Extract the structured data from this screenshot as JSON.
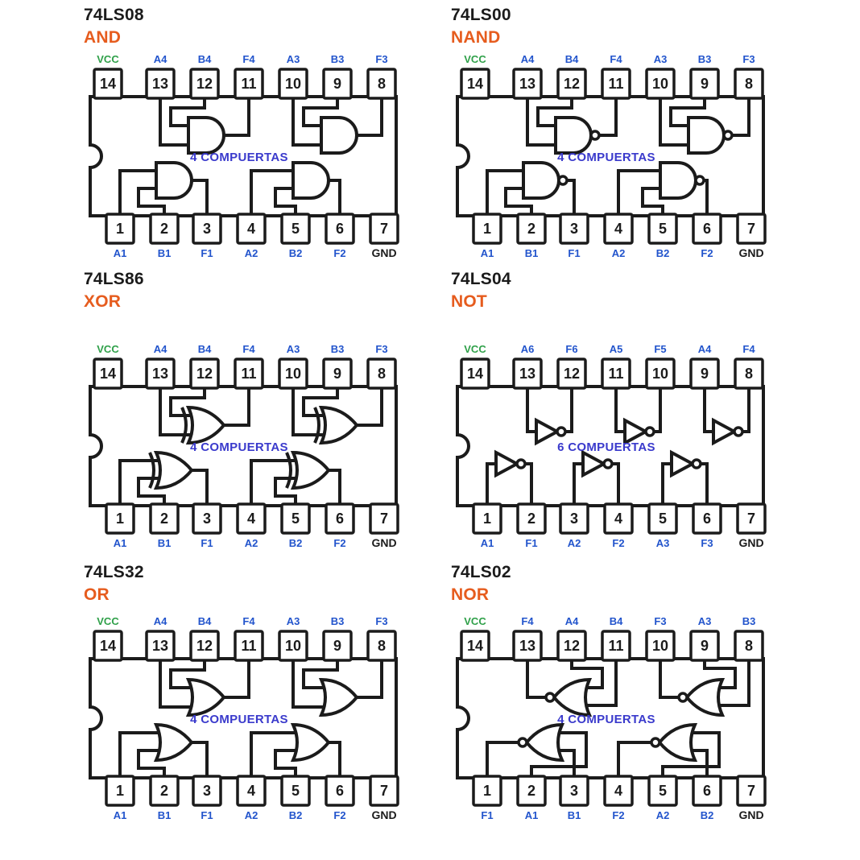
{
  "colors": {
    "ink": "#1b1b1b",
    "subtitle_orange": "#E65C1E",
    "vcc_green": "#2FA049",
    "pin_label_blue": "#2254CC",
    "count_label_violet": "#3A3ACC",
    "background": "#ffffff"
  },
  "chips": [
    {
      "name": "74LS08",
      "type_label": "AND",
      "gate": "AND",
      "count_label": "4 COMPUERTAS",
      "top_pins": [
        {
          "num": "14",
          "label": "VCC",
          "role": "power"
        },
        {
          "num": "13",
          "label": "A4",
          "role": "signal"
        },
        {
          "num": "12",
          "label": "B4",
          "role": "signal"
        },
        {
          "num": "11",
          "label": "F4",
          "role": "signal"
        },
        {
          "num": "10",
          "label": "A3",
          "role": "signal"
        },
        {
          "num": "9",
          "label": "B3",
          "role": "signal"
        },
        {
          "num": "8",
          "label": "F3",
          "role": "signal"
        }
      ],
      "bottom_pins": [
        {
          "num": "1",
          "label": "A1",
          "role": "signal"
        },
        {
          "num": "2",
          "label": "B1",
          "role": "signal"
        },
        {
          "num": "3",
          "label": "F1",
          "role": "signal"
        },
        {
          "num": "4",
          "label": "A2",
          "role": "signal"
        },
        {
          "num": "5",
          "label": "B2",
          "role": "signal"
        },
        {
          "num": "6",
          "label": "F2",
          "role": "signal"
        },
        {
          "num": "7",
          "label": "GND",
          "role": "ground"
        }
      ]
    },
    {
      "name": "74LS00",
      "type_label": "NAND",
      "gate": "NAND",
      "count_label": "4 COMPUERTAS",
      "top_pins": [
        {
          "num": "14",
          "label": "VCC",
          "role": "power"
        },
        {
          "num": "13",
          "label": "A4",
          "role": "signal"
        },
        {
          "num": "12",
          "label": "B4",
          "role": "signal"
        },
        {
          "num": "11",
          "label": "F4",
          "role": "signal"
        },
        {
          "num": "10",
          "label": "A3",
          "role": "signal"
        },
        {
          "num": "9",
          "label": "B3",
          "role": "signal"
        },
        {
          "num": "8",
          "label": "F3",
          "role": "signal"
        }
      ],
      "bottom_pins": [
        {
          "num": "1",
          "label": "A1",
          "role": "signal"
        },
        {
          "num": "2",
          "label": "B1",
          "role": "signal"
        },
        {
          "num": "3",
          "label": "F1",
          "role": "signal"
        },
        {
          "num": "4",
          "label": "A2",
          "role": "signal"
        },
        {
          "num": "5",
          "label": "B2",
          "role": "signal"
        },
        {
          "num": "6",
          "label": "F2",
          "role": "signal"
        },
        {
          "num": "7",
          "label": "GND",
          "role": "ground"
        }
      ]
    },
    {
      "name": "74LS86",
      "type_label": "XOR",
      "gate": "XOR",
      "count_label": "4 COMPUERTAS",
      "top_pins": [
        {
          "num": "14",
          "label": "VCC",
          "role": "power"
        },
        {
          "num": "13",
          "label": "A4",
          "role": "signal"
        },
        {
          "num": "12",
          "label": "B4",
          "role": "signal"
        },
        {
          "num": "11",
          "label": "F4",
          "role": "signal"
        },
        {
          "num": "10",
          "label": "A3",
          "role": "signal"
        },
        {
          "num": "9",
          "label": "B3",
          "role": "signal"
        },
        {
          "num": "8",
          "label": "F3",
          "role": "signal"
        }
      ],
      "bottom_pins": [
        {
          "num": "1",
          "label": "A1",
          "role": "signal"
        },
        {
          "num": "2",
          "label": "B1",
          "role": "signal"
        },
        {
          "num": "3",
          "label": "F1",
          "role": "signal"
        },
        {
          "num": "4",
          "label": "A2",
          "role": "signal"
        },
        {
          "num": "5",
          "label": "B2",
          "role": "signal"
        },
        {
          "num": "6",
          "label": "F2",
          "role": "signal"
        },
        {
          "num": "7",
          "label": "GND",
          "role": "ground"
        }
      ]
    },
    {
      "name": "74LS04",
      "type_label": "NOT",
      "gate": "NOT",
      "count_label": "6 COMPUERTAS",
      "top_pins": [
        {
          "num": "14",
          "label": "VCC",
          "role": "power"
        },
        {
          "num": "13",
          "label": "A6",
          "role": "signal"
        },
        {
          "num": "12",
          "label": "F6",
          "role": "signal"
        },
        {
          "num": "11",
          "label": "A5",
          "role": "signal"
        },
        {
          "num": "10",
          "label": "F5",
          "role": "signal"
        },
        {
          "num": "9",
          "label": "A4",
          "role": "signal"
        },
        {
          "num": "8",
          "label": "F4",
          "role": "signal"
        }
      ],
      "bottom_pins": [
        {
          "num": "1",
          "label": "A1",
          "role": "signal"
        },
        {
          "num": "2",
          "label": "F1",
          "role": "signal"
        },
        {
          "num": "3",
          "label": "A2",
          "role": "signal"
        },
        {
          "num": "4",
          "label": "F2",
          "role": "signal"
        },
        {
          "num": "5",
          "label": "A3",
          "role": "signal"
        },
        {
          "num": "6",
          "label": "F3",
          "role": "signal"
        },
        {
          "num": "7",
          "label": "GND",
          "role": "ground"
        }
      ]
    },
    {
      "name": "74LS32",
      "type_label": "OR",
      "gate": "OR",
      "count_label": "4 COMPUERTAS",
      "top_pins": [
        {
          "num": "14",
          "label": "VCC",
          "role": "power"
        },
        {
          "num": "13",
          "label": "A4",
          "role": "signal"
        },
        {
          "num": "12",
          "label": "B4",
          "role": "signal"
        },
        {
          "num": "11",
          "label": "F4",
          "role": "signal"
        },
        {
          "num": "10",
          "label": "A3",
          "role": "signal"
        },
        {
          "num": "9",
          "label": "B3",
          "role": "signal"
        },
        {
          "num": "8",
          "label": "F3",
          "role": "signal"
        }
      ],
      "bottom_pins": [
        {
          "num": "1",
          "label": "A1",
          "role": "signal"
        },
        {
          "num": "2",
          "label": "B1",
          "role": "signal"
        },
        {
          "num": "3",
          "label": "F1",
          "role": "signal"
        },
        {
          "num": "4",
          "label": "A2",
          "role": "signal"
        },
        {
          "num": "5",
          "label": "B2",
          "role": "signal"
        },
        {
          "num": "6",
          "label": "F2",
          "role": "signal"
        },
        {
          "num": "7",
          "label": "GND",
          "role": "ground"
        }
      ]
    },
    {
      "name": "74LS02",
      "type_label": "NOR",
      "gate": "NOR",
      "count_label": "4 COMPUERTAS",
      "top_pins": [
        {
          "num": "14",
          "label": "VCC",
          "role": "power"
        },
        {
          "num": "13",
          "label": "F4",
          "role": "signal"
        },
        {
          "num": "12",
          "label": "A4",
          "role": "signal"
        },
        {
          "num": "11",
          "label": "B4",
          "role": "signal"
        },
        {
          "num": "10",
          "label": "F3",
          "role": "signal"
        },
        {
          "num": "9",
          "label": "A3",
          "role": "signal"
        },
        {
          "num": "8",
          "label": "B3",
          "role": "signal"
        }
      ],
      "bottom_pins": [
        {
          "num": "1",
          "label": "F1",
          "role": "signal"
        },
        {
          "num": "2",
          "label": "A1",
          "role": "signal"
        },
        {
          "num": "3",
          "label": "B1",
          "role": "signal"
        },
        {
          "num": "4",
          "label": "F2",
          "role": "signal"
        },
        {
          "num": "5",
          "label": "A2",
          "role": "signal"
        },
        {
          "num": "6",
          "label": "B2",
          "role": "signal"
        },
        {
          "num": "7",
          "label": "GND",
          "role": "ground"
        }
      ]
    }
  ]
}
